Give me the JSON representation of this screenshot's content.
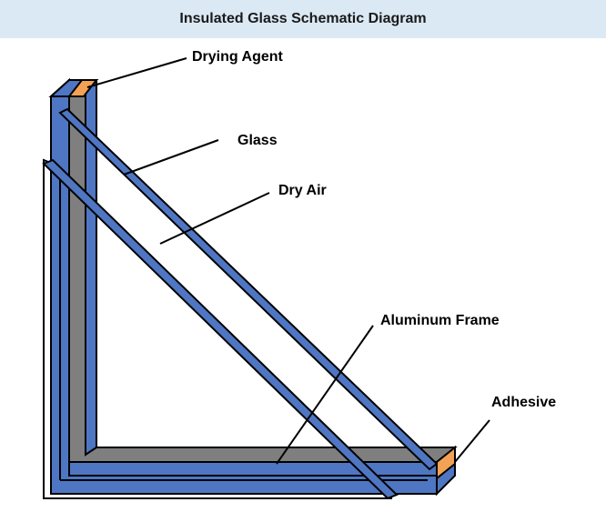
{
  "title": "Insulated Glass Schematic Diagram",
  "labels": {
    "drying_agent": "Drying Agent",
    "glass": "Glass",
    "dry_air": "Dry Air",
    "aluminum_frame": "Aluminum Frame",
    "adhesive": "Adhesive"
  },
  "colors": {
    "title_bg": "#dbe9f4",
    "frame_blue": "#4f76c2",
    "frame_gray": "#7f7f7f",
    "drying_agent_orange": "#f2a155",
    "outline": "#000000"
  }
}
